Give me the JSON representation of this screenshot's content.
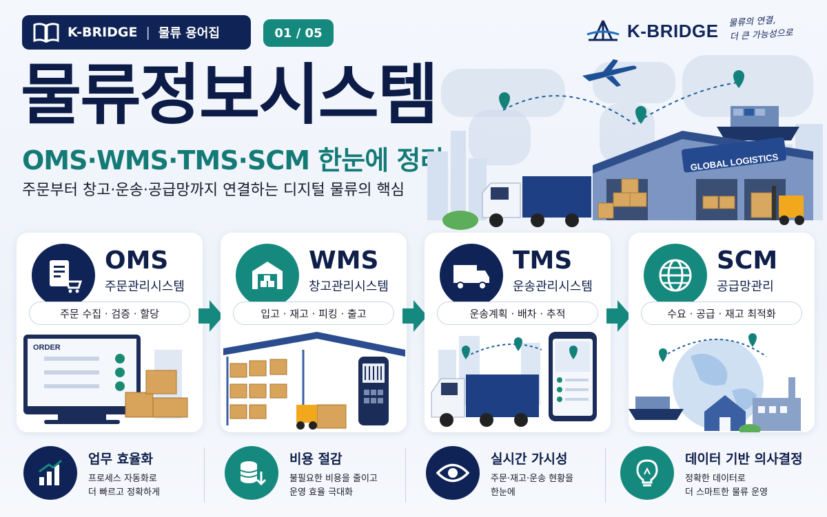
{
  "header": {
    "brand": "K-BRIDGE",
    "separator": "|",
    "category": "물류 용어집",
    "page": "01 / 05",
    "logo_text": "K-BRIDGE",
    "slogan_line1": "물류의 연결,",
    "slogan_line2": "더 큰 가능성으로"
  },
  "hero": {
    "title": "물류정보시스템",
    "subtitle": "OMS·WMS·TMS·SCM 한눈에 정리",
    "description": "주문부터 창고·운송·공급망까지 연결하는 디지털 물류의 핵심",
    "warehouse_sign": "GLOBAL LOGISTICS"
  },
  "cards": [
    {
      "code": "OMS",
      "name": "주문관리시스템",
      "tasks": "주문 수집 · 검증 · 할당",
      "screen_label": "ORDER",
      "icon": "order-document-cart-icon"
    },
    {
      "code": "WMS",
      "name": "창고관리시스템",
      "tasks": "입고 · 재고 · 피킹 · 출고",
      "icon": "warehouse-icon"
    },
    {
      "code": "TMS",
      "name": "운송관리시스템",
      "tasks": "운송계획 · 배차 · 추적",
      "icon": "truck-icon"
    },
    {
      "code": "SCM",
      "name": "공급망관리",
      "tasks": "수요 · 공급 · 재고 최적화",
      "icon": "globe-icon"
    }
  ],
  "benefits": [
    {
      "title": "업무 효율화",
      "line1": "프로세스 자동화로",
      "line2": "더 빠르고 정확하게",
      "icon": "bar-chart-icon"
    },
    {
      "title": "비용 절감",
      "line1": "불필요한 비용을 줄이고",
      "line2": "운영 효율 극대화",
      "icon": "coin-stack-icon"
    },
    {
      "title": "실시간 가시성",
      "line1": "주문·재고·운송 현황을",
      "line2": "한눈에",
      "icon": "eye-icon"
    },
    {
      "title": "데이터 기반 의사결정",
      "line1": "정확한 데이터로",
      "line2": "더 스마트한 물류 운영",
      "icon": "lightbulb-icon"
    }
  ],
  "colors": {
    "navy": "#0f2357",
    "teal": "#16897f",
    "text": "#0f1f4a"
  }
}
